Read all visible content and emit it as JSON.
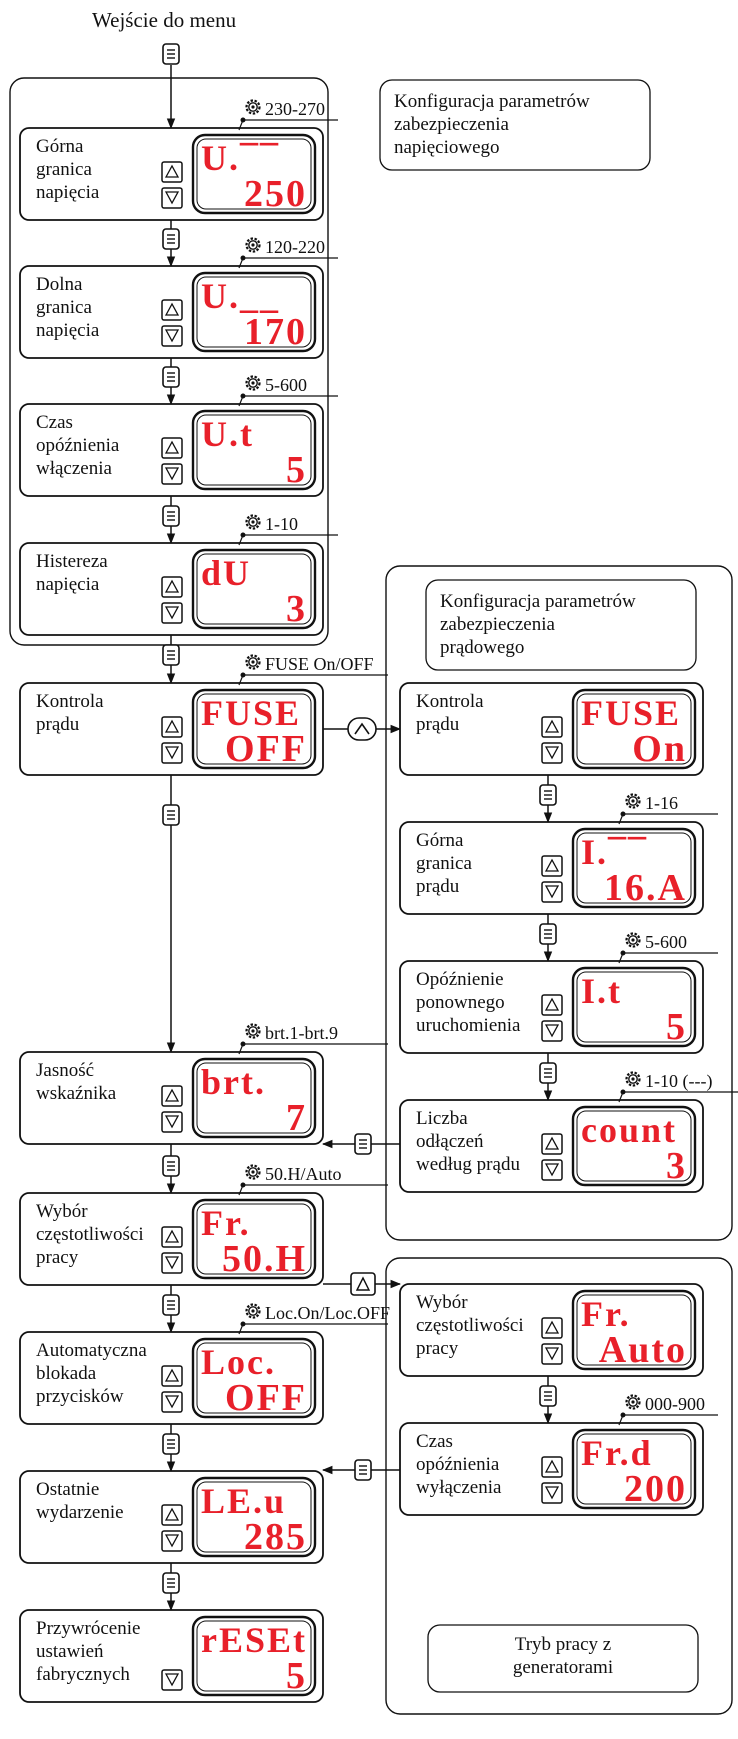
{
  "menu_entry_label": "Wejście do menu",
  "colors": {
    "display_digits": "#e8202a",
    "lines": "#111111"
  },
  "group_labels": {
    "voltage": "Konfiguracja parametrów\nzabezpieczenia\nnapięciowego",
    "current": "Konfiguracja parametrów\nzabezpieczenia\nprądowego",
    "generator": "Tryb pracy z\ngeneratorami"
  },
  "items": {
    "upper_voltage": {
      "label": "Górna\ngranica\nnapięcia",
      "range": "230-270",
      "display": [
        "U.¯¯",
        "250"
      ]
    },
    "lower_voltage": {
      "label": "Dolna\ngranica\nnapięcia",
      "range": "120-220",
      "display": [
        "U.__",
        "170"
      ]
    },
    "on_delay": {
      "label": "Czas\nopóźnienia\nwłączenia",
      "range": "5-600",
      "display": [
        "U.t",
        "5"
      ]
    },
    "hysteresis": {
      "label": "Histereza\nnapięcia",
      "range": "1-10",
      "display": [
        "dU",
        "3"
      ]
    },
    "current_control_off": {
      "label": "Kontrola\nprądu",
      "range": "FUSE On/OFF",
      "display": [
        "FUSE",
        "OFF"
      ]
    },
    "current_control_on": {
      "label": "Kontrola\nprądu",
      "display": [
        "FUSE",
        "On"
      ]
    },
    "upper_current": {
      "label": "Górna\ngranica\nprądu",
      "range": "1-16",
      "display": [
        "I.¯¯",
        "16.A"
      ]
    },
    "restart_delay": {
      "label": "Opóźnienie\nponownego\nuruchomienia",
      "range": "5-600",
      "display": [
        "I.t",
        "5"
      ]
    },
    "trip_count": {
      "label": "Liczba\nodłączeń\nwedług prądu",
      "range": "1-10 (---)",
      "display": [
        "count",
        "3"
      ]
    },
    "brightness": {
      "label": "Jasność\nwskaźnika",
      "range": "brt.1-brt.9",
      "display": [
        "brt.",
        "7"
      ]
    },
    "freq_50h": {
      "label": "Wybór\nczęstotliwości\npracy",
      "range": "50.H/Auto",
      "display": [
        "Fr.",
        "50.H"
      ]
    },
    "freq_auto": {
      "label": "Wybór\nczęstotliwości\npracy",
      "display": [
        "Fr.",
        "Auto"
      ]
    },
    "auto_lock": {
      "label": "Automatyczna\nblokada\nprzycisków",
      "range": "Loc.On/Loc.OFF",
      "display": [
        "Loc.",
        "OFF"
      ]
    },
    "off_delay": {
      "label": "Czas\nopóźnienia\nwyłączenia",
      "range": "000-900",
      "display": [
        "Fr.d",
        "200"
      ]
    },
    "last_event": {
      "label": "Ostatnie\nwydarzenie",
      "display": [
        "LE.u",
        "285"
      ]
    },
    "factory_reset": {
      "label": "Przywrócenie\nustawień\nfabrycznych",
      "display": [
        "rESEt",
        "5"
      ]
    }
  }
}
